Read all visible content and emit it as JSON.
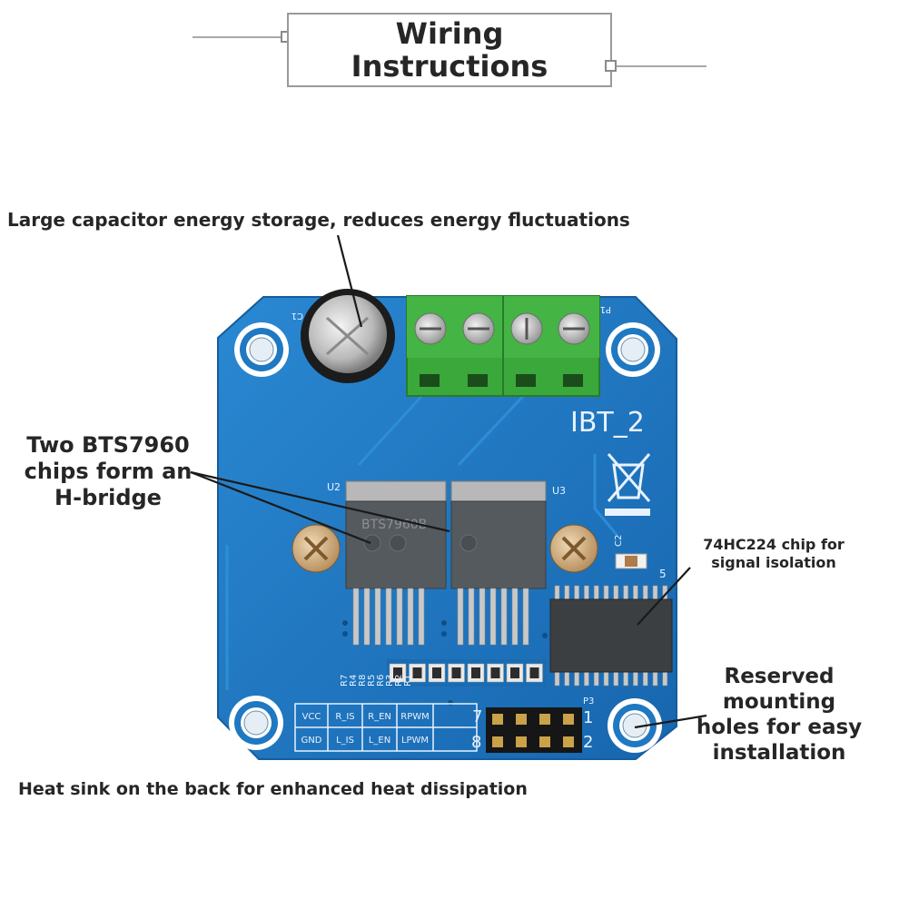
{
  "title": "Wiring\nInstructions",
  "callouts": {
    "capacitor": "Large capacitor energy storage, reduces energy fluctuations",
    "chips": {
      "line1": "Two BTS7960",
      "line2": "chips form an",
      "line3": "H-bridge"
    },
    "isolation": {
      "line1": "74HC224 chip for",
      "line2": "signal isolation"
    },
    "mounting": {
      "line1": "Reserved",
      "line2": "mounting",
      "line3": "holes for easy",
      "line4": "installation"
    },
    "heat_sink": "Heat sink on the back for enhanced heat dissipation"
  },
  "board": {
    "name": "IBT_2",
    "u2": "U2",
    "u3": "U3",
    "chip_marking": "BTS7960B",
    "c1": "C1",
    "c2": "C2",
    "p1": "P1",
    "p3": "P3",
    "ic_pin": "5",
    "resistors": [
      "R7",
      "R4",
      "R8",
      "R5",
      "R6",
      "R3",
      "R2",
      "R1"
    ],
    "pin_table": {
      "row1": [
        "VCC",
        "R_IS",
        "R_EN",
        "RPWM"
      ],
      "row2": [
        "GND",
        "L_IS",
        "L_EN",
        "LPWM"
      ]
    },
    "header_numbers": [
      "7",
      "1",
      "8",
      "2"
    ]
  },
  "colors": {
    "pcb": "#1f78c2",
    "terminal": "#3aa83a",
    "chip": "#555a5e"
  }
}
